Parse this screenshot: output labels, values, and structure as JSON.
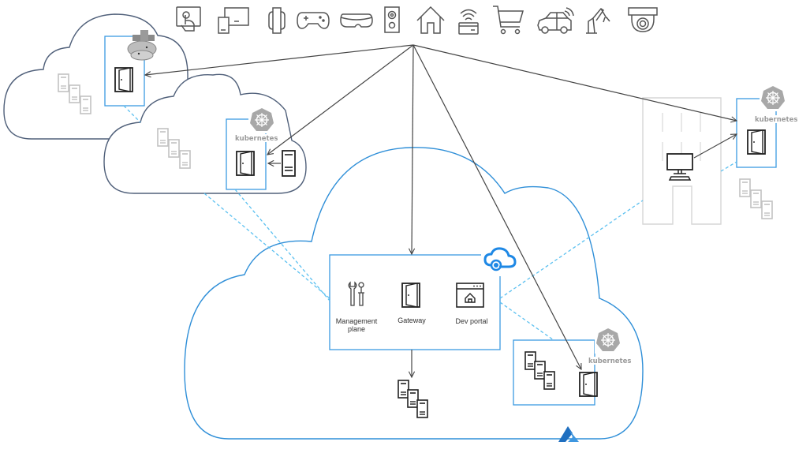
{
  "diagram": {
    "title": "API Management self-hosted gateway deployment",
    "colors": {
      "azure_blue": "#2f8fd8",
      "cloud_outline_other": "#50607a",
      "box_blue": "#3b9ae1",
      "dash_blue": "#5bc0f0",
      "arrow": "#444444",
      "icon_dark": "#222222",
      "icon_gray": "#b8b8b8",
      "k8s_gray": "#9a9a9a"
    },
    "client_devices": [
      {
        "icon": "touch-screen-icon"
      },
      {
        "icon": "devices-icon"
      },
      {
        "icon": "smartwatch-icon"
      },
      {
        "icon": "game-controller-icon"
      },
      {
        "icon": "vr-headset-icon"
      },
      {
        "icon": "speaker-icon"
      },
      {
        "icon": "home-icon"
      },
      {
        "icon": "contactless-card-icon"
      },
      {
        "icon": "shopping-cart-icon"
      },
      {
        "icon": "connected-car-icon"
      },
      {
        "icon": "robot-arm-icon"
      },
      {
        "icon": "security-camera-icon"
      }
    ],
    "azure_cloud": {
      "service_box": {
        "components": [
          {
            "icon": "tools-icon",
            "label_line1": "Management",
            "label_line2": "plane"
          },
          {
            "icon": "gateway-door-icon",
            "label_line1": "Gateway",
            "label_line2": ""
          },
          {
            "icon": "dev-portal-icon",
            "label_line1": "Dev portal",
            "label_line2": ""
          }
        ],
        "badge_icon": "api-management-cloud-icon"
      },
      "kubernetes_cluster": {
        "label": "kubernetes"
      },
      "logo_icon": "azure-logo-icon"
    },
    "other_cloud_1": {
      "badge_icon": "docker-icon"
    },
    "other_cloud_2": {
      "kubernetes_label": "kubernetes"
    },
    "on_premises": {
      "kubernetes_label": "kubernetes",
      "workstation_icon": "computer-icon"
    }
  }
}
